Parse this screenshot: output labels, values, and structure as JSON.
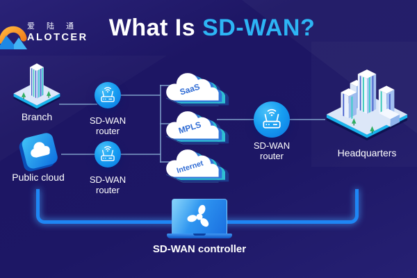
{
  "logo": {
    "chinese": "爱陆通",
    "latin": "ALOTCER"
  },
  "title": {
    "prefix": "What Is",
    "highlight": "SD-WAN?"
  },
  "nodes": {
    "branch": {
      "label": "Branch"
    },
    "public_cloud": {
      "label": "Public cloud"
    },
    "routers": [
      {
        "line1": "SD-WAN",
        "line2": "router"
      },
      {
        "line1": "SD-WAN",
        "line2": "router"
      },
      {
        "line1": "SD-WAN",
        "line2": "router"
      }
    ],
    "headquarters": {
      "label": "Headquarters"
    },
    "controller": {
      "label": "SD-WAN controller"
    }
  },
  "clouds": [
    {
      "label": "SaaS"
    },
    {
      "label": "MPLS"
    },
    {
      "label": "Internet"
    }
  ],
  "icons": {
    "logo": "alotcer-logo-icon",
    "branch": "office-building-icon",
    "public_cloud": "cloud-tile-icon",
    "router": "wifi-router-icon",
    "network_cloud": "cloud-icon",
    "headquarters": "city-buildings-icon",
    "controller": "laptop-propeller-icon"
  },
  "colors": {
    "background": "#1d1664",
    "title_highlight": "#2db5f5",
    "router_circle": "#179ef2",
    "thick_line": "#1e86f5",
    "thin_line": "#7fa0c9",
    "cloud_text": "#2e6bd4",
    "platform_edge": "#18b4ec"
  }
}
